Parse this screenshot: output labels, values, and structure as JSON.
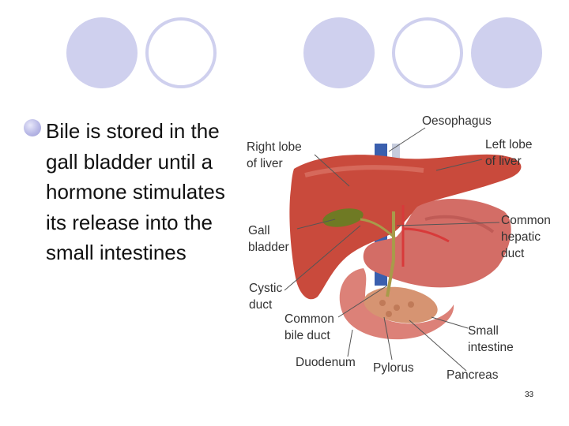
{
  "slide": {
    "bullet_text": "Bile is stored in the gall bladder until a hormone stimulates its release into the small intestines",
    "page_number": "33"
  },
  "diagram": {
    "labels": {
      "oesophagus": "Oesophagus",
      "right_lobe": "Right lobe\nof liver",
      "left_lobe": "Left lobe\nof liver",
      "gall_bladder": "Gall\nbladder",
      "common_hepatic_duct": "Common\nhepatic\nduct",
      "cystic_duct": "Cystic\nduct",
      "common_bile_duct": "Common\nbile duct",
      "small_intestine": "Small\nintestine",
      "duodenum": "Duodenum",
      "pylorus": "Pylorus",
      "pancreas": "Pancreas"
    }
  },
  "colors": {
    "decoration": "#cfd0ee",
    "liver": "#c94a3c",
    "gall_bladder": "#6f7a24",
    "stomach": "#d36d66",
    "pancreas": "#d69472",
    "vessel_blue": "#3a5fae",
    "vessel_red": "#d83a3a",
    "duct": "#a89b4a"
  }
}
